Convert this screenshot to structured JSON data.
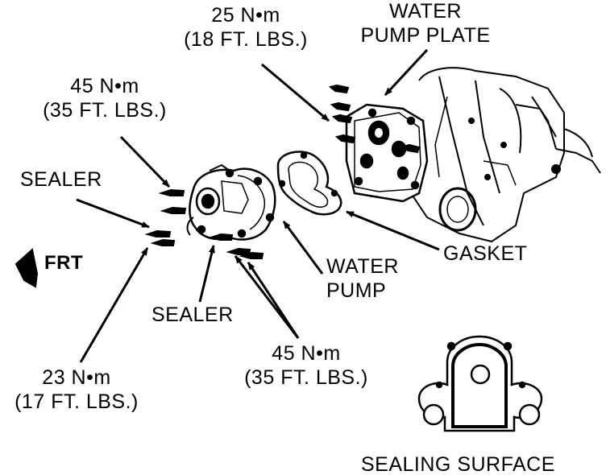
{
  "labels": {
    "torque_top": {
      "line1": "25 N•m",
      "line2": "(18 FT. LBS.)"
    },
    "water_pump_plate": {
      "line1": "WATER",
      "line2": "PUMP PLATE"
    },
    "torque_upper_left": {
      "line1": "45 N•m",
      "line2": "(35 FT. LBS.)"
    },
    "sealer_upper": "SEALER",
    "frt": "FRT",
    "gasket": "GASKET",
    "water_pump": {
      "line1": "WATER",
      "line2": "PUMP"
    },
    "sealer_lower": "SEALER",
    "torque_lower_left": {
      "line1": "23 N•m",
      "line2": "(17 FT. LBS.)"
    },
    "torque_lower_mid": {
      "line1": "45 N•m",
      "line2": "(35 FT. LBS.)"
    },
    "sealing_surface": "SEALING SURFACE"
  },
  "colors": {
    "ink": "#000000",
    "paper": "#ffffff"
  }
}
